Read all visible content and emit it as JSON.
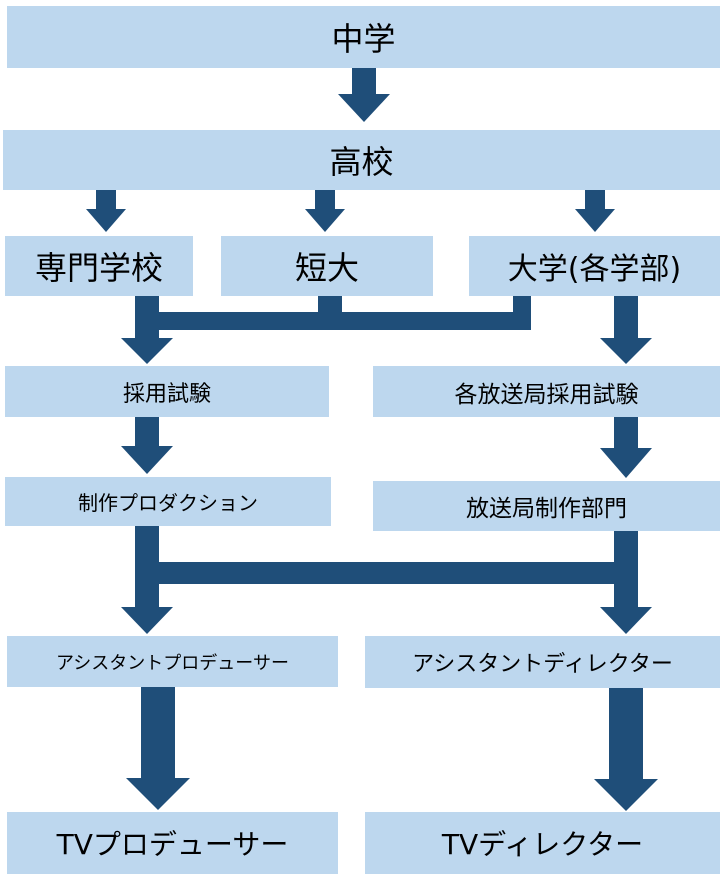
{
  "colors": {
    "box_fill": "#bdd7ee",
    "arrow": "#1f4e79",
    "text": "#000000"
  },
  "nodes": {
    "junior_high": "中学",
    "high_school": "高校",
    "vocational_school": "専門学校",
    "junior_college": "短大",
    "university": "大学(各学部)",
    "hiring_exam": "採用試験",
    "broadcaster_hiring_exam": "各放送局採用試験",
    "production_company": "制作プロダクション",
    "broadcaster_production_dept": "放送局制作部門",
    "assistant_producer": "アシスタントプロデューサー",
    "assistant_director": "アシスタントディレクター",
    "tv_producer": "TVプロデューサー",
    "tv_director": "TVディレクター"
  }
}
